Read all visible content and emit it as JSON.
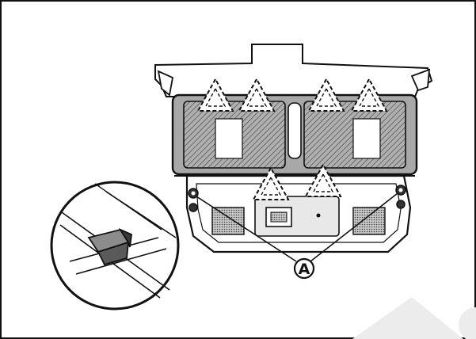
{
  "diagram": {
    "callout_label": "A",
    "colors": {
      "line": "#111111",
      "panel_shade": "#9a9a9a",
      "hatch": "#555555",
      "watermark": "#e6e6e6"
    },
    "icons": [
      "clip-warning-triangle",
      "detail-magnifier-circle",
      "screw"
    ]
  }
}
